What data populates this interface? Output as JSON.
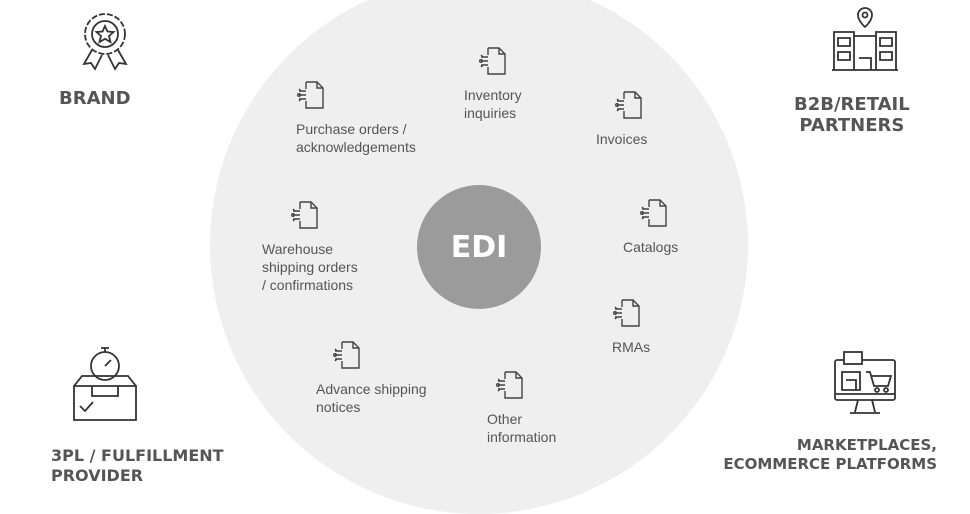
{
  "center": "EDI",
  "items": [
    "Purchase orders /\nacknowledgements",
    "Inventory\ninquiries",
    "Invoices",
    "Warehouse\nshipping orders\n/ confirmations",
    "Catalogs",
    "RMAs",
    "Advance shipping\nnotices",
    "Other\ninformation"
  ],
  "corners": {
    "brand": "BRAND",
    "b2b": "B2B/RETAIL\nPARTNERS",
    "threepl": "3PL / FULFILLMENT\nPROVIDER",
    "market": "MARKETPLACES,\nECOMMERCE PLATFORMS"
  },
  "colors": {
    "circle": "#efefef",
    "edi": "#9b9b9b",
    "text": "#555555"
  }
}
